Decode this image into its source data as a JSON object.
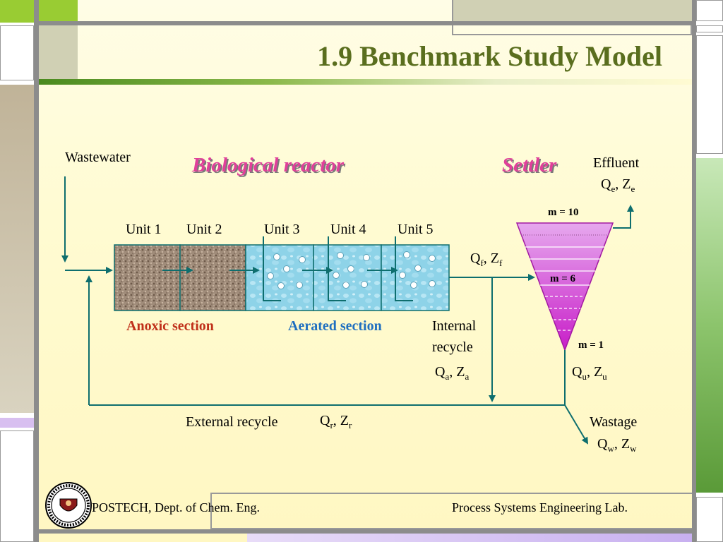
{
  "slide": {
    "title": "1.9 Benchmark Study Model",
    "colors": {
      "title": "#5a6e1e",
      "heading": "#e0409a",
      "line": "#0e6e6e",
      "anoxic_label": "#c0301a",
      "aerated_label": "#1f6fc0",
      "settler": "#cc22cc"
    }
  },
  "diagram": {
    "wastewater": "Wastewater",
    "bio_reactor": "Biological reactor",
    "settler": "Settler",
    "effluent": "Effluent",
    "effluent_vars": {
      "q": "Q",
      "q_sub": "e",
      "z": "Z",
      "z_sub": "e"
    },
    "units": [
      "Unit 1",
      "Unit 2",
      "Unit 3",
      "Unit 4",
      "Unit 5"
    ],
    "feed_vars": {
      "q": "Q",
      "q_sub": "f",
      "z": "Z",
      "z_sub": "f"
    },
    "layers": {
      "top": "m = 10",
      "mid": "m = 6",
      "bottom": "m = 1"
    },
    "anoxic": "Anoxic section",
    "aerated": "Aerated section",
    "internal_recycle": [
      "Internal",
      "recycle"
    ],
    "internal_vars": {
      "q": "Q",
      "q_sub": "a",
      "z": "Z",
      "z_sub": "a"
    },
    "underflow_vars": {
      "q": "Q",
      "q_sub": "u",
      "z": "Z",
      "z_sub": "u"
    },
    "external_recycle": "External recycle",
    "external_vars": {
      "q": "Q",
      "q_sub": "r",
      "z": "Z",
      "z_sub": "r"
    },
    "wastage": "Wastage",
    "wastage_vars": {
      "q": "Q",
      "q_sub": "w",
      "z": "Z",
      "z_sub": "w"
    }
  },
  "footer": {
    "left": "POSTECH, Dept. of Chem. Eng.",
    "right": "Process Systems Engineering Lab."
  },
  "icons": {
    "logo": "university-seal-icon"
  }
}
